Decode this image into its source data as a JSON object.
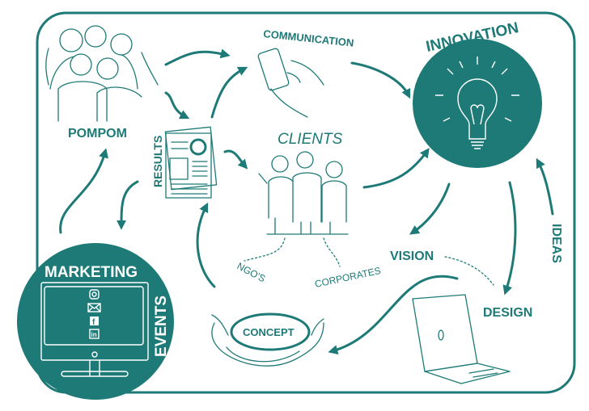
{
  "colors": {
    "accent": "#1d7a77",
    "background": "#ffffff"
  },
  "labels": {
    "communication": "COMMUNICATION",
    "innovation": "INNOVATION",
    "pompom": "POMPOM",
    "results": "RESULTS",
    "clients": "CLIENTS",
    "ngos": "NGO'S",
    "corporates": "CORPORATES",
    "vision": "VISION",
    "ideas": "IDEAS",
    "design": "DESIGN",
    "concept": "CONCEPT",
    "marketing": "MARKETING",
    "events": "EVENTS"
  },
  "icons": [
    "instagram-icon",
    "mail-icon",
    "facebook-icon",
    "linkedin-icon"
  ]
}
